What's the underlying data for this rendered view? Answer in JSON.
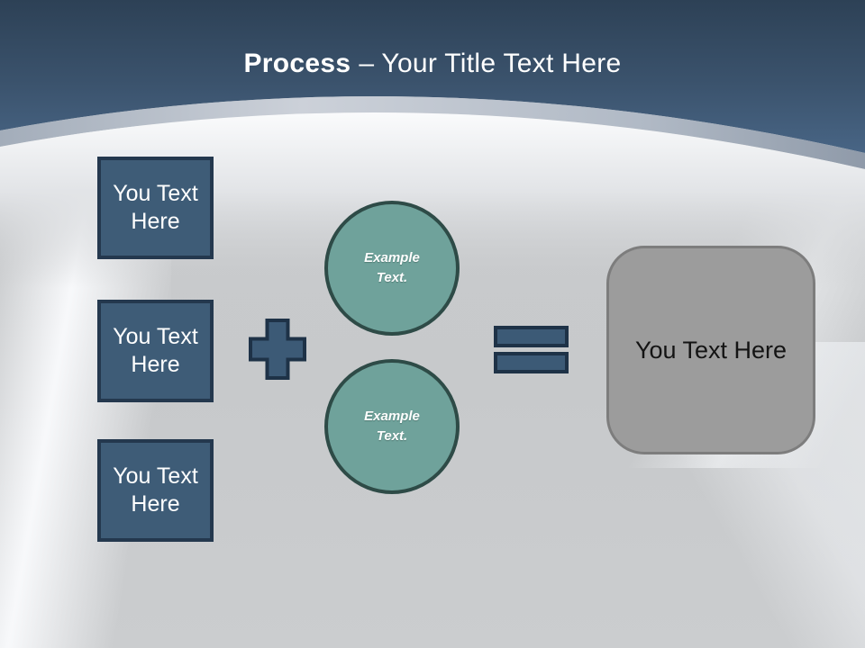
{
  "slide": {
    "title": {
      "bold": "Process",
      "rest": "– Your Title Text Here"
    },
    "left_boxes": [
      {
        "label": "You Text Here"
      },
      {
        "label": "You Text Here"
      },
      {
        "label": "You Text Here"
      }
    ],
    "operators": {
      "plus_icon": "plus-shape",
      "equals_icon": "equals-shape"
    },
    "circles": [
      {
        "label": "Example Text."
      },
      {
        "label": "Example Text."
      }
    ],
    "result_box": {
      "label": "You Text Here"
    },
    "colors": {
      "header_top": "#2d4156",
      "header_bottom": "#486585",
      "curve_band": "#aeb7c3",
      "body_gray": "#c9cbcd",
      "box_fill": "#3e5c77",
      "box_border": "#24384e",
      "operator_fill": "#3c5a76",
      "operator_border": "#1e3247",
      "circle_fill": "#6fa29b",
      "circle_border": "#2e4b47",
      "result_fill": "#9c9c9c",
      "result_border": "#7d7d7d",
      "title_text": "#ffffff",
      "result_text": "#141414"
    }
  }
}
